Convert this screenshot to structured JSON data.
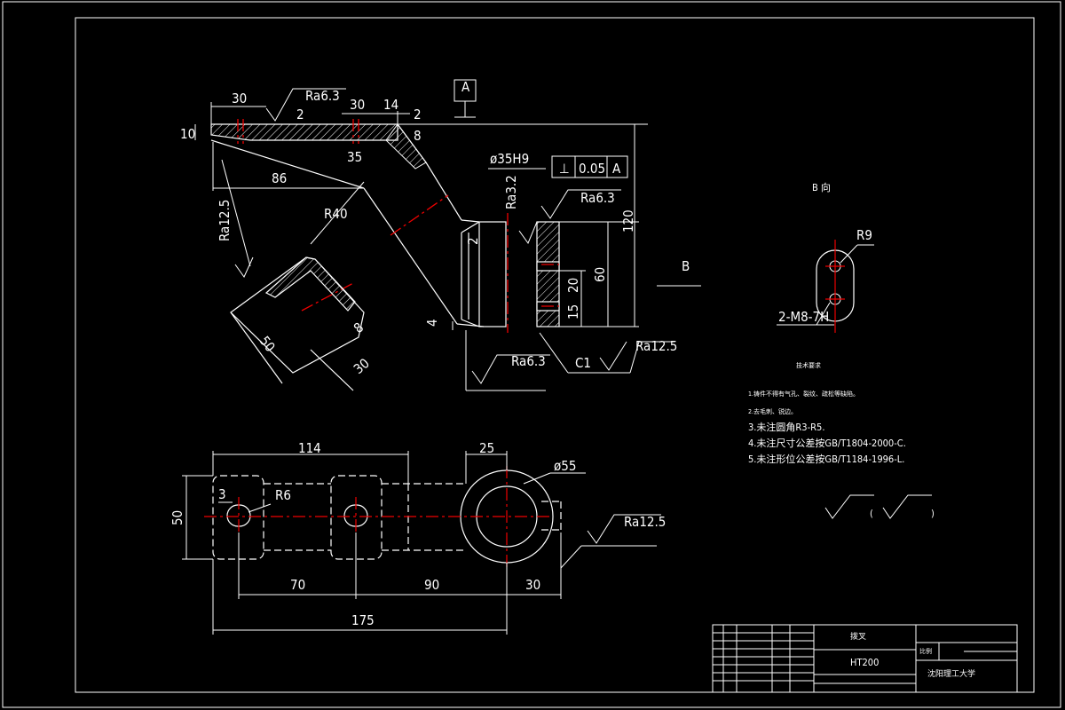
{
  "drawing": {
    "datum": "A",
    "view_label": "B",
    "view_title": "B 向",
    "front": {
      "d_30_left": "30",
      "d_30_mid": "30",
      "d_14": "14",
      "d_2_a": "2",
      "d_2_b": "2",
      "d_10": "10",
      "d_8": "8",
      "d_35": "35",
      "d_86": "86",
      "r_40": "R40",
      "ra_63_top": "Ra6.3",
      "ra_125_left": "Ra12.5",
      "ra_32": "Ra3.2",
      "ra_63_right": "Ra6.3",
      "ra_63_bottom": "Ra6.3",
      "ra_125_bottom": "Ra12.5",
      "bore": "ø35H9",
      "tol_symbol": "⊥",
      "tol_value": "0.05",
      "tol_datum": "A",
      "d_120": "120",
      "d_60": "60",
      "d_20": "20",
      "d_15": "15",
      "d_2_c": "2",
      "d_4": "4",
      "c1": "C1"
    },
    "section": {
      "d_50": "50",
      "d_8": "8",
      "d_30": "30"
    },
    "b_view": {
      "r_9": "R9",
      "thread": "2-M8-7H"
    },
    "top": {
      "d_114": "114",
      "d_25": "25",
      "dia_55": "ø55",
      "d_3": "3",
      "r_6": "R6",
      "d_50": "50",
      "d_70": "70",
      "d_90": "90",
      "d_30": "30",
      "d_175": "175",
      "ra_125": "Ra12.5"
    },
    "notes": {
      "title": "技术要求",
      "items": [
        "1.铸件不得有气孔、裂纹、疏松等缺陷。",
        "2.去毛刺、锐边。",
        "3.未注圆角R3-R5.",
        "4.未注尺寸公差按GB/T1804-2000-C.",
        "5.未注形位公差按GB/T1184-1996-L."
      ]
    },
    "title_block": {
      "part_name": "拨叉",
      "material": "HT200",
      "school": "沈阳理工大学",
      "scale_label": "比例"
    }
  }
}
